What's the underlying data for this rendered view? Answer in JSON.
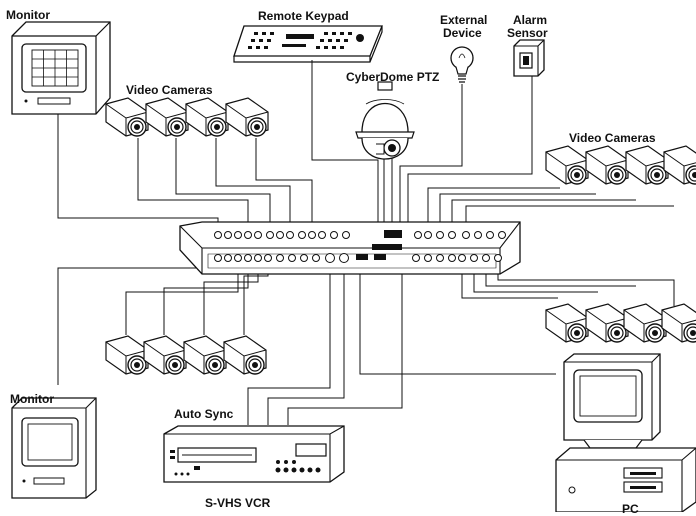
{
  "labels": {
    "monitor_top": "Monitor",
    "remote_keypad": "Remote Keypad",
    "external_device_line1": "External",
    "external_device_line2": "Device",
    "alarm_sensor_line1": "Alarm",
    "alarm_sensor_line2": "Sensor",
    "cyberdome_ptz": "CyberDome PTZ",
    "video_cameras_left": "Video Cameras",
    "video_cameras_right": "Video Cameras",
    "monitor_bottom": "Monitor",
    "auto_sync": "Auto Sync",
    "svhs_vcr": "S-VHS VCR",
    "pc": "PC"
  },
  "icons": [
    "monitor-icon",
    "keypad-icon",
    "lightbulb-icon",
    "alarm-sensor-icon",
    "dome-camera-icon",
    "video-camera-icon",
    "multiplexer-icon",
    "vcr-icon",
    "pc-icon"
  ],
  "colors": {
    "stroke": "#111111",
    "fill": "#ffffff"
  }
}
